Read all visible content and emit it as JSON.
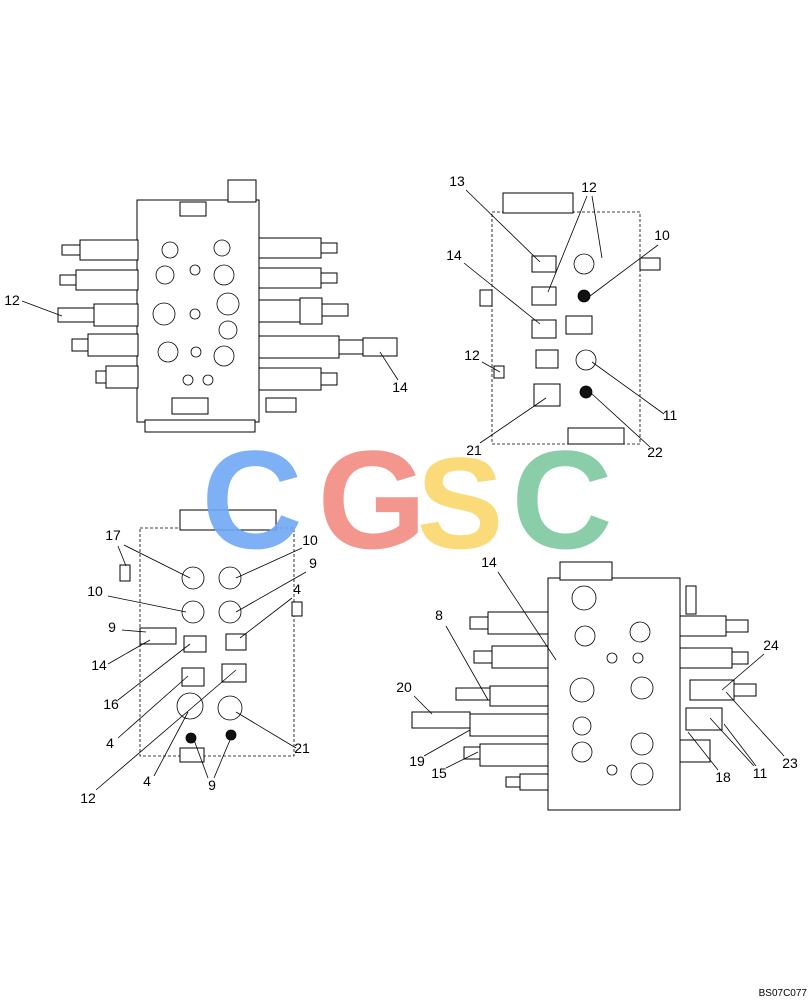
{
  "watermark": {
    "letters": [
      "C",
      "G",
      "S",
      "C"
    ],
    "colors": [
      "#6fa8f5",
      "#f28b82",
      "#fbd86b",
      "#7ec8a0"
    ]
  },
  "drawing_code": "BS07C077",
  "views": {
    "top_left": {
      "callouts": [
        "12",
        "14"
      ]
    },
    "top_right": {
      "callouts": [
        "13",
        "12",
        "10",
        "14",
        "12",
        "11",
        "21",
        "22"
      ]
    },
    "bottom_left": {
      "callouts": [
        "17",
        "10",
        "10",
        "9",
        "9",
        "4",
        "14",
        "16",
        "4",
        "12",
        "4",
        "9",
        "21"
      ]
    },
    "bottom_right": {
      "callouts": [
        "14",
        "8",
        "20",
        "19",
        "15",
        "24",
        "23",
        "11",
        "18"
      ]
    }
  }
}
